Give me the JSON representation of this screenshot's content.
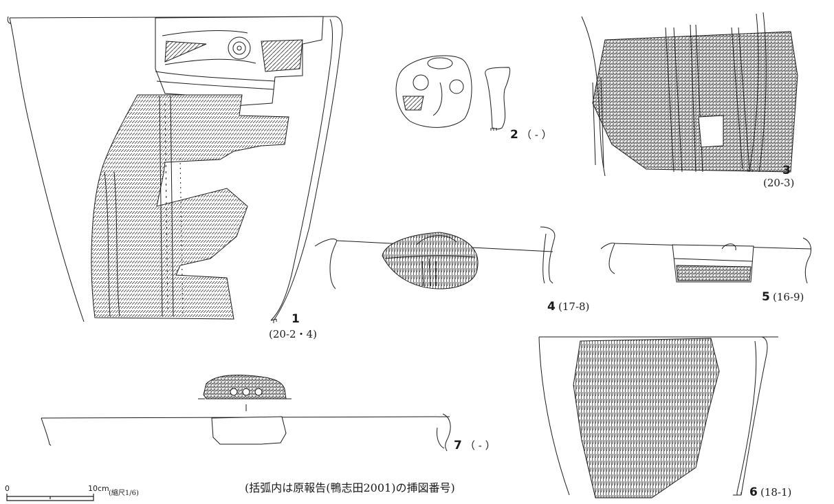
{
  "figures": [
    {
      "number": "1",
      "ref": "(20-2・4)"
    },
    {
      "number": "2",
      "ref": "（ - ）"
    },
    {
      "number": "3",
      "ref": "(20-3)"
    },
    {
      "number": "4",
      "ref": "(17-8)"
    },
    {
      "number": "5",
      "ref": "(16-9)"
    },
    {
      "number": "6",
      "ref": "(18-1)"
    },
    {
      "number": "7",
      "ref": "（ - ）"
    }
  ],
  "caption": "(括弧内は原報告(鴨志田2001)の挿図番号)",
  "scale": {
    "zero_label": "0",
    "max_label": "10cm",
    "note": "(縮尺1/6)"
  },
  "colors": {
    "ink": "#1a1a1a",
    "background": "#ffffff"
  }
}
